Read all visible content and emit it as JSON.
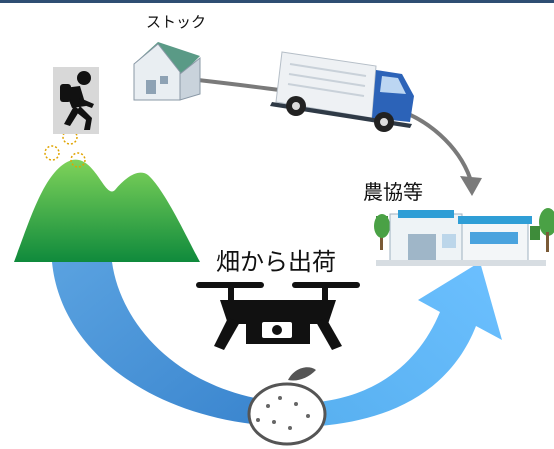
{
  "labels": {
    "stock": "ストック",
    "coop": "農協等",
    "ship_from_field": "畑から出荷"
  },
  "icons": {
    "warehouse": "warehouse-icon",
    "truck": "delivery-truck-icon",
    "runner": "running-person-with-backpack-icon",
    "mountain": "green-mountain-icon",
    "building": "cooperative-building-icon",
    "drone": "drone-icon",
    "fruit": "citrus-fruit-icon"
  },
  "colors": {
    "top_bar": "#2f4e73",
    "mountain_dark": "#0f8a3c",
    "mountain_light": "#7fd35a",
    "arrow_blue_dark": "#3f8fd6",
    "arrow_blue_light": "#5bb4f5",
    "gray_arrow": "#7a7a7a"
  }
}
